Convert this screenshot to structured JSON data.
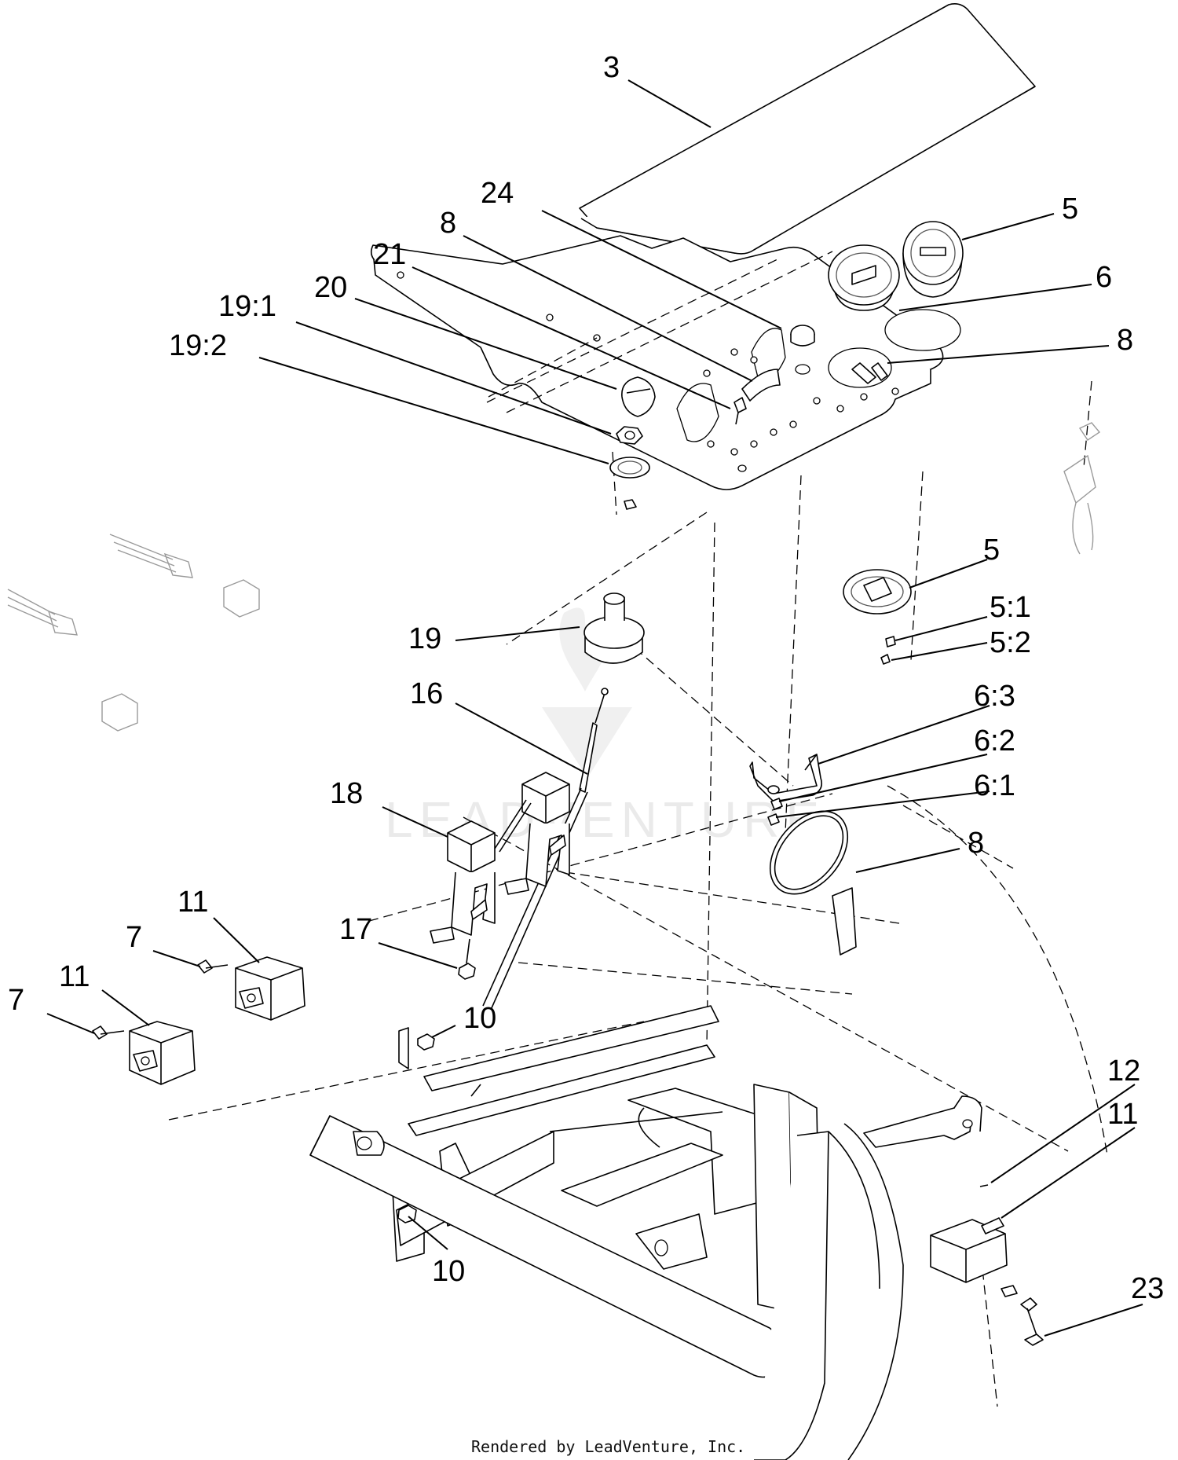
{
  "diagram": {
    "credit": "Rendered by LeadVenture, Inc.",
    "watermark": "LEADVENTURE",
    "callouts": [
      {
        "id": "c-3",
        "label": "3"
      },
      {
        "id": "c-24",
        "label": "24"
      },
      {
        "id": "c-5a",
        "label": "5"
      },
      {
        "id": "c-6",
        "label": "6"
      },
      {
        "id": "c-8a",
        "label": "8"
      },
      {
        "id": "c-8b",
        "label": "8"
      },
      {
        "id": "c-21",
        "label": "21"
      },
      {
        "id": "c-20",
        "label": "20"
      },
      {
        "id": "c-19-1",
        "label": "19:1"
      },
      {
        "id": "c-19-2",
        "label": "19:2"
      },
      {
        "id": "c-5b",
        "label": "5"
      },
      {
        "id": "c-5-1",
        "label": "5:1"
      },
      {
        "id": "c-5-2",
        "label": "5:2"
      },
      {
        "id": "c-19",
        "label": "19"
      },
      {
        "id": "c-16",
        "label": "16"
      },
      {
        "id": "c-6-3",
        "label": "6:3"
      },
      {
        "id": "c-6-2",
        "label": "6:2"
      },
      {
        "id": "c-6-1",
        "label": "6:1"
      },
      {
        "id": "c-18",
        "label": "18"
      },
      {
        "id": "c-8c",
        "label": "8"
      },
      {
        "id": "c-11a",
        "label": "11"
      },
      {
        "id": "c-7a",
        "label": "7"
      },
      {
        "id": "c-17",
        "label": "17"
      },
      {
        "id": "c-11b",
        "label": "11"
      },
      {
        "id": "c-7b",
        "label": "7"
      },
      {
        "id": "c-10a",
        "label": "10"
      },
      {
        "id": "c-12",
        "label": "12"
      },
      {
        "id": "c-11c",
        "label": "11"
      },
      {
        "id": "c-10b",
        "label": "10"
      },
      {
        "id": "c-23",
        "label": "23"
      }
    ]
  }
}
